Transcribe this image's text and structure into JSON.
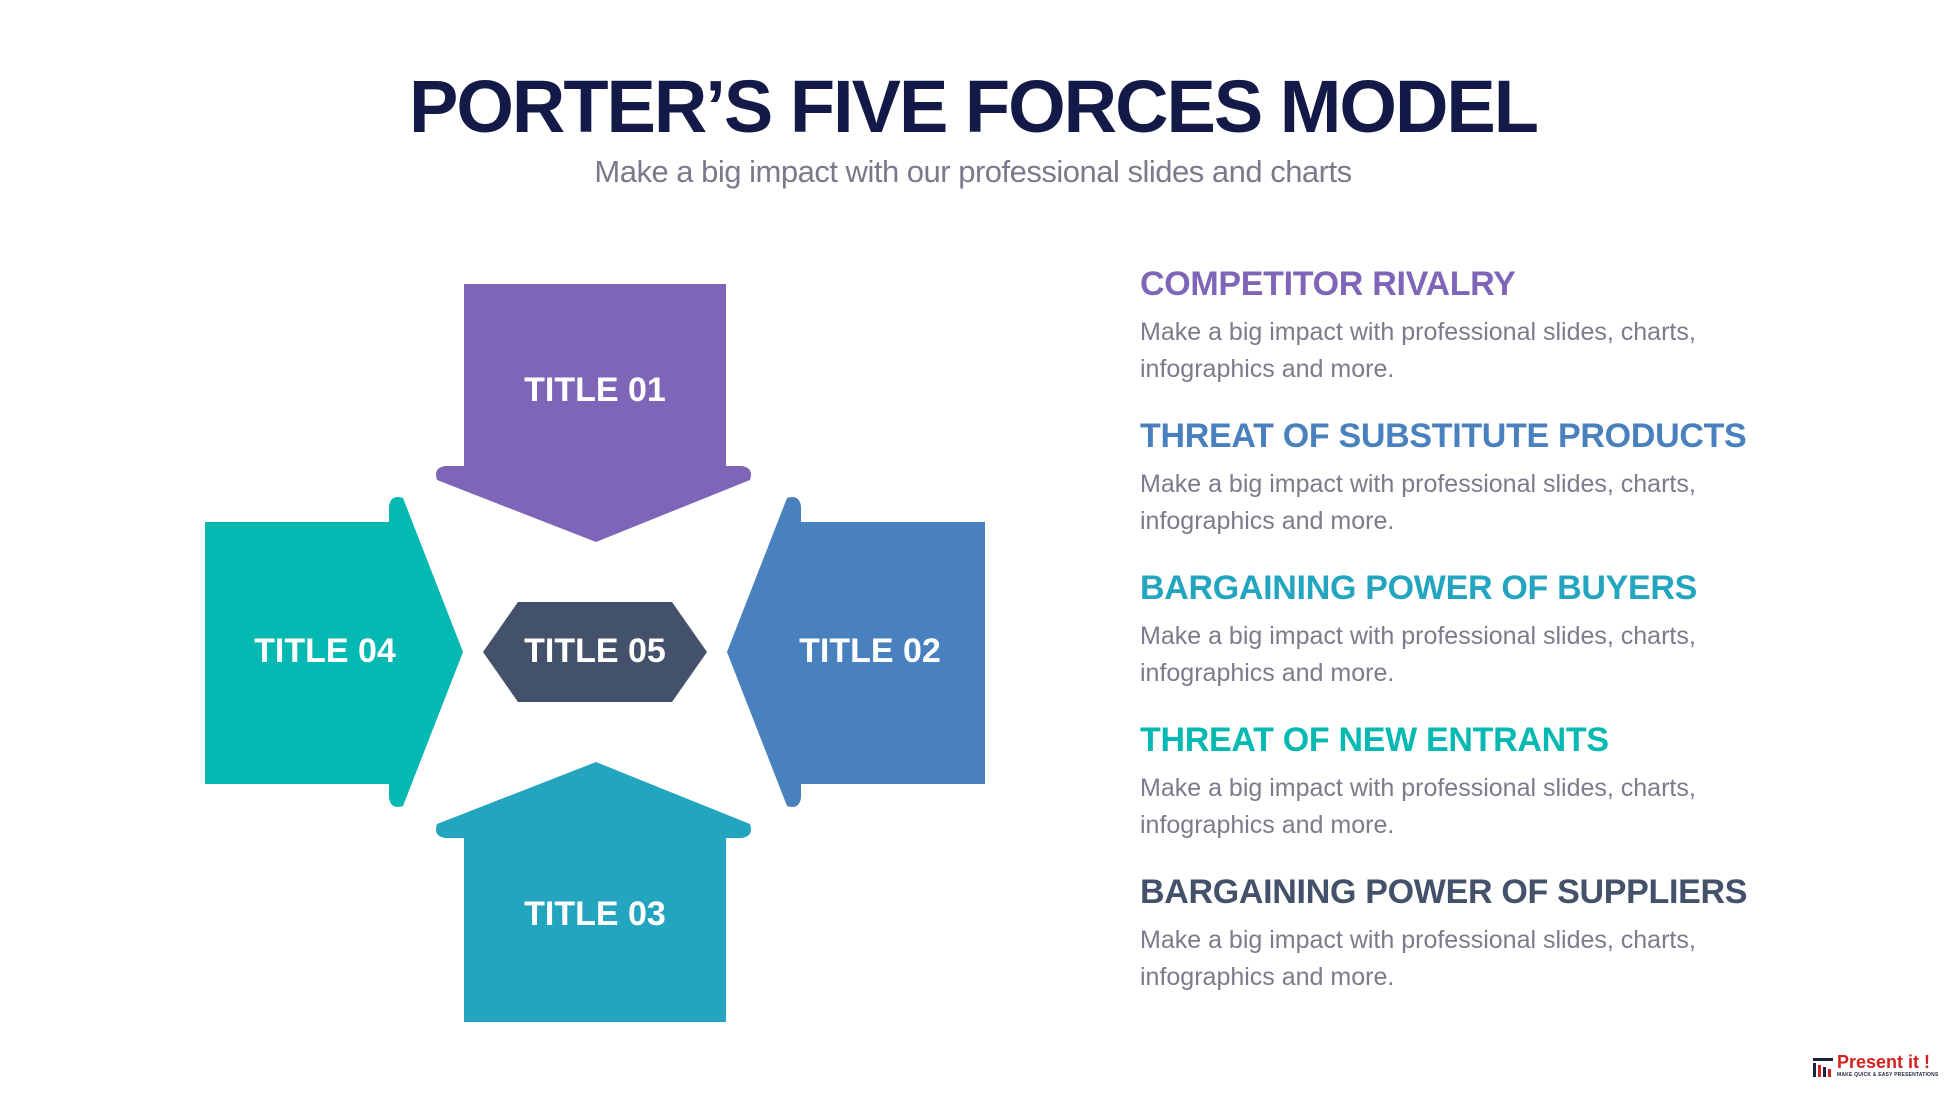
{
  "header": {
    "title": "PORTER’S FIVE FORCES MODEL",
    "subtitle": "Make a big impact with our professional slides and charts"
  },
  "diagram": {
    "forces": [
      {
        "label": "TITLE 01",
        "color": "#7f65b8"
      },
      {
        "label": "TITLE 02",
        "color": "#4881bd"
      },
      {
        "label": "TITLE 03",
        "color": "#23a5c0"
      },
      {
        "label": "TITLE 04",
        "color": "#04b9b2"
      },
      {
        "label": "TITLE 05",
        "color": "#43526a"
      }
    ]
  },
  "forces_list": [
    {
      "heading": "COMPETITOR RIVALRY",
      "color": "#7f65b8",
      "description": "Make a big impact with professional slides, charts, infographics and more."
    },
    {
      "heading": "THREAT OF SUBSTITUTE PRODUCTS",
      "color": "#4881bd",
      "description": "Make a big impact with professional slides, charts, infographics and more."
    },
    {
      "heading": "BARGAINING POWER OF BUYERS",
      "color": "#23a5c0",
      "description": "Make a big impact with professional slides, charts, infographics and more."
    },
    {
      "heading": "THREAT OF NEW ENTRANTS",
      "color": "#04b9b2",
      "description": "Make a big impact with professional slides, charts, infographics and more."
    },
    {
      "heading": "BARGAINING POWER OF SUPPLIERS",
      "color": "#43526a",
      "description": "Make a big impact with professional slides, charts, infographics and more."
    }
  ],
  "logo": {
    "text": "Present it !",
    "tagline": "MAKE QUICK & EASY PRESENTATIONS",
    "color": "#d3201f"
  }
}
